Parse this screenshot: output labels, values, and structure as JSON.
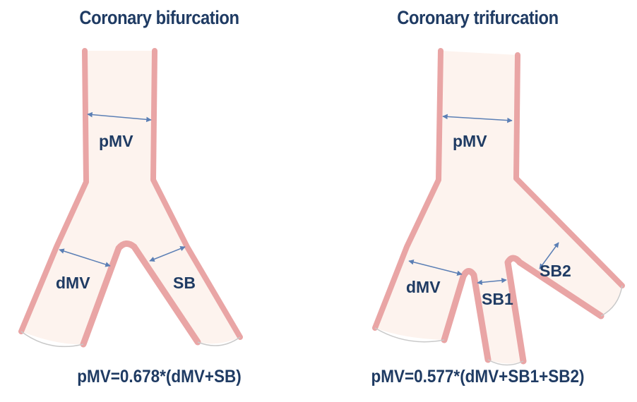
{
  "bifurcation": {
    "title": "Coronary bifurcation",
    "labels": {
      "pmv": "pMV",
      "dmv": "dMV",
      "sb": "SB"
    },
    "formula": "pMV=0.678*(dMV+SB)"
  },
  "trifurcation": {
    "title": "Coronary trifurcation",
    "labels": {
      "pmv": "pMV",
      "dmv": "dMV",
      "sb1": "SB1",
      "sb2": "SB2"
    },
    "formula": "pMV=0.577*(dMV+SB1+SB2)"
  },
  "colors": {
    "wall": "#e9a5a5",
    "wall_stroke": "#b96a6a",
    "lumen": "#fdf3ee",
    "arrow": "#5b7fb5",
    "text": "#1f3b63"
  }
}
